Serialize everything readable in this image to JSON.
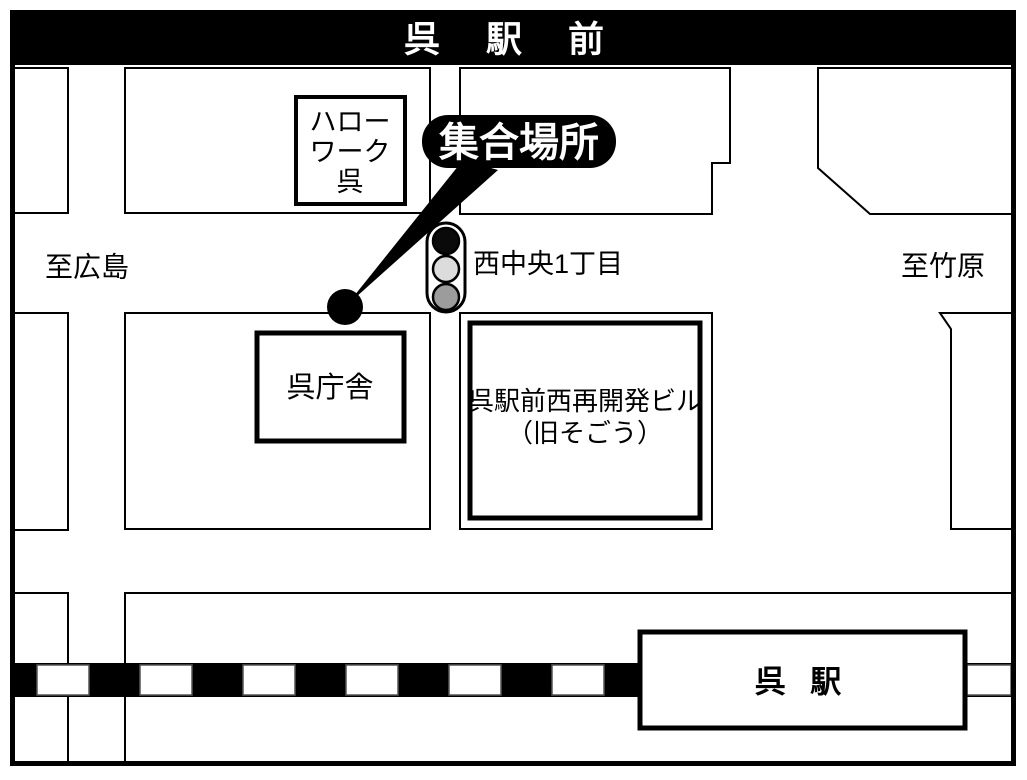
{
  "header": {
    "title": "呉 駅 前"
  },
  "map": {
    "meeting_point": {
      "label": "集合場所"
    },
    "signal": {
      "intersection": "西中央1丁目"
    },
    "directions": {
      "west": "至広島",
      "east": "至竹原"
    },
    "buildings": {
      "hello_work": {
        "lines": [
          "ハロー",
          "ワーク",
          "呉"
        ]
      },
      "city_office": {
        "label": "呉庁舎"
      },
      "redevelopment": {
        "lines": [
          "呉駅前西再開発ビル",
          "（旧そごう）"
        ]
      },
      "station": {
        "label": "呉 駅"
      }
    },
    "icons": {
      "traffic_light": "traffic-light-icon",
      "meeting_dot": "meeting-point-icon",
      "railway": "railway-crossties"
    },
    "colors": {
      "ink": "#000000",
      "paper": "#ffffff",
      "signal_top": "#0a0a0a",
      "signal_middle": "#dcdcdc",
      "signal_bottom": "#9c9c9c"
    }
  }
}
